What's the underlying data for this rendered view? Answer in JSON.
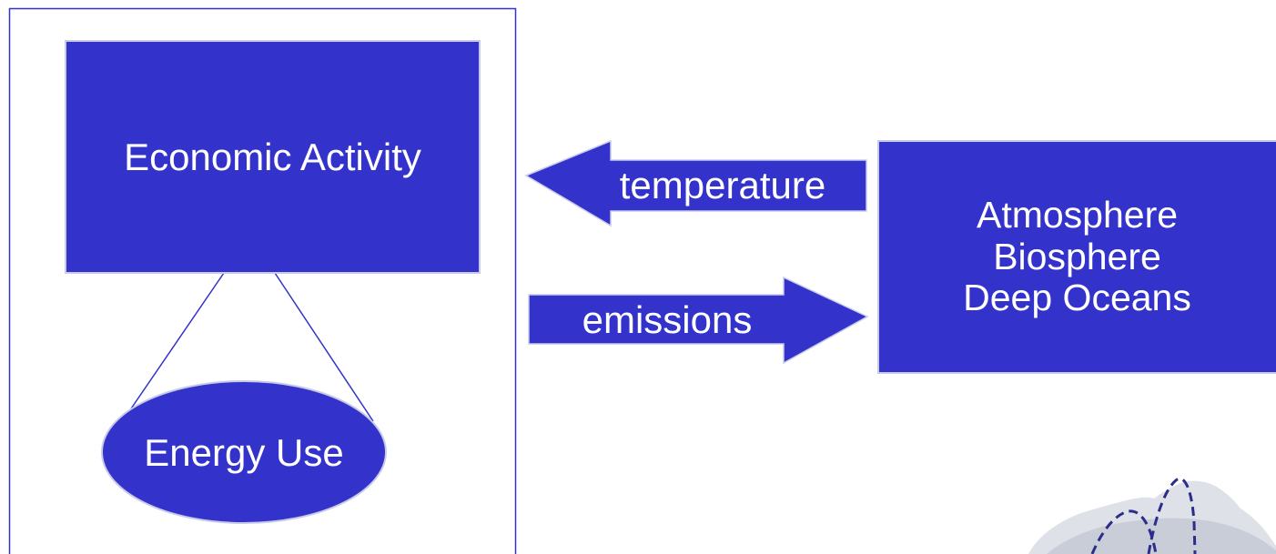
{
  "economic_activity": {
    "label": "Economic Activity"
  },
  "energy_use": {
    "label": "Energy Use"
  },
  "temperature_arrow": {
    "label": "temperature"
  },
  "emissions_arrow": {
    "label": "emissions"
  },
  "earth_systems": {
    "lines": [
      "Atmosphere",
      "Biosphere",
      "Deep Oceans"
    ]
  },
  "colors": {
    "box_fill": "#3333cc",
    "outline": "#3333cc",
    "text": "#ffffff",
    "background": "#ffffff"
  }
}
